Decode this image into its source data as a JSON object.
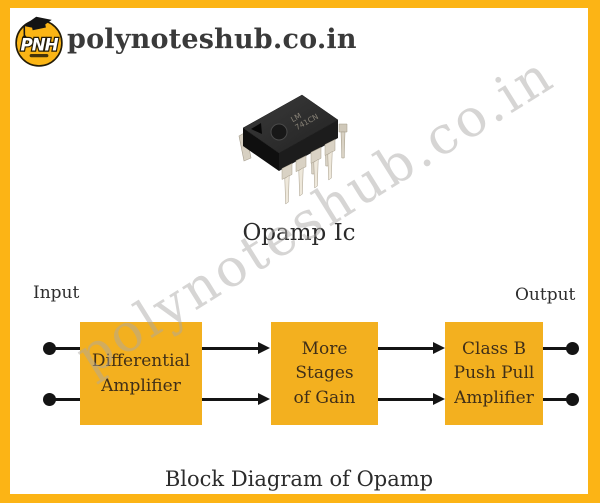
{
  "page": {
    "background": "#ffffff",
    "frame_color": "#FCB415",
    "block_color": "#F3B01F",
    "line_color": "#141414"
  },
  "header": {
    "site": "polynoteshub.co.in",
    "logo_text": "PNH"
  },
  "watermark": "polynoteshub.co.in",
  "chip": {
    "caption": "Opamp Ic",
    "marking_line1": "LM",
    "marking_line2": "741CN"
  },
  "diagram": {
    "input_label": "Input",
    "output_label": "Output",
    "blocks": [
      {
        "label_lines": [
          "Differential",
          "Amplifier"
        ]
      },
      {
        "label_lines": [
          "More",
          "Stages",
          "of Gain"
        ]
      },
      {
        "label_lines": [
          "Class B",
          "Push Pull",
          "Amplifier"
        ]
      }
    ],
    "caption": "Block Diagram of Opamp"
  }
}
